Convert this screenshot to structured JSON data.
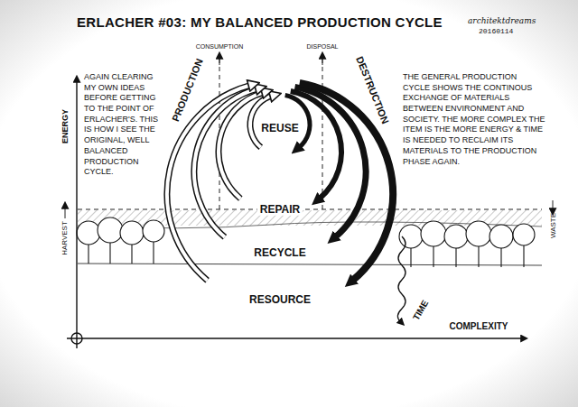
{
  "diagram": {
    "title": "ERLACHER #03: MY BALANCED PRODUCTION CYCLE",
    "labels": [
      "architektdreams",
      "20160114",
      "AGAIN CLEARING MY OWN IDEAS BEFORE GETTING TO THE POINT OF ERLACHER'S. THIS IS HOW I SEE THE ORIGINAL, WELL BALANCED PRODUCTION CYCLE.",
      "THE GENERAL PRODUCTION CYCLE SHOWS THE CONTINOUS EXCHANGE OF MATERIALS BETWEEN ENVIRONMENT AND SOCIETY. THE MORE COMPLEX THE ITEM IS THE MORE ENERGY & TIME IS NEEDED TO RECLAIM ITS MATERIALS TO THE PRODUCTION PHASE AGAIN.",
      "CONSUMPTION",
      "DISPOSAL",
      "PRODUCTION",
      "DESTRUCTION",
      "REUSE",
      "REPAIR",
      "RECYCLE",
      "RESOURCE",
      "ENERGY",
      "HARVEST",
      "WASTE",
      "TIME",
      "COMPLEXITY"
    ]
  }
}
